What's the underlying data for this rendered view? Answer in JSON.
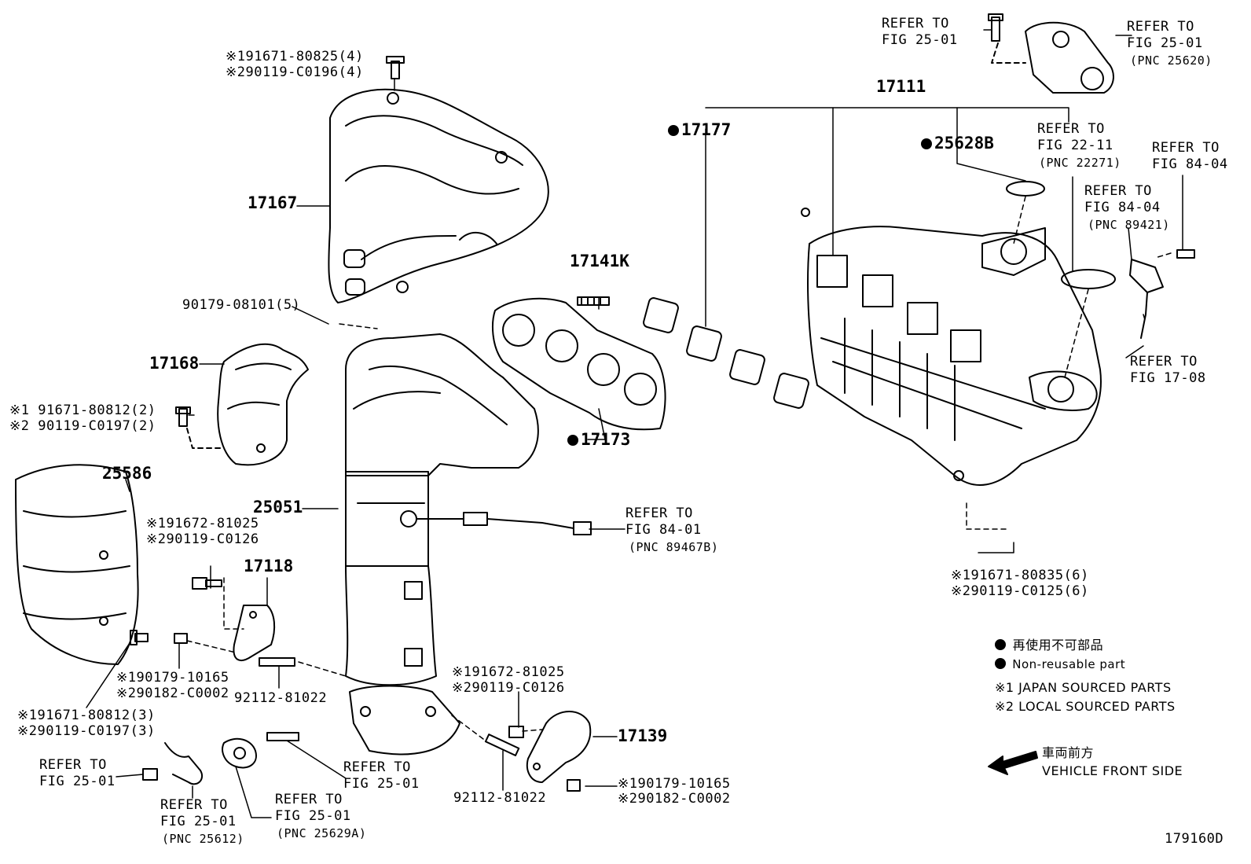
{
  "labels": {
    "p17167": "17167",
    "p17168": "17168",
    "p25586": "25586",
    "p25051": "25051",
    "p17118": "17118",
    "p17141k": "17141K",
    "p17173": "17173",
    "p17177": "17177",
    "p17111": "17111",
    "p25628b": "25628B",
    "p17139": "17139",
    "p92112_a": "92112-81022",
    "p92112_b": "92112-81022",
    "p90179_08101": "90179-08101(5)",
    "heat_bolt_1": "※191671-80825(4)",
    "heat_bolt_2": "※290119-C0196(4)",
    "b17168_1": "※1 91671-80812(2)",
    "b17168_2": "※2 90119-C0197(2)",
    "b17118_1": "※191672-81025",
    "b17118_2": "※290119-C0126",
    "nut17118_1": "※190179-10165",
    "nut17118_2": "※290182-C0002",
    "b25586_1": "※191671-80812(3)",
    "b25586_2": "※290119-C0197(3)",
    "b17139_1": "※191672-81025",
    "b17139_2": "※290119-C0126",
    "nut17139_1": "※190179-10165",
    "nut17139_2": "※290182-C0002",
    "bim_1": "※191671-80835(6)",
    "bim_2": "※290119-C0125(6)",
    "fig_id": "179160D"
  },
  "refers": {
    "top_left_1": "REFER TO",
    "top_left_2": "FIG 25-01",
    "top_right_1": "REFER TO",
    "top_right_2": "FIG 25-01",
    "top_right_pnc": "(PNC 25620)",
    "fig2211_1": "REFER TO",
    "fig2211_2": "FIG 22-11",
    "fig2211_pnc": "(PNC 22271)",
    "fig8404a_1": "REFER TO",
    "fig8404a_2": "FIG 84-04",
    "fig8404b_1": "REFER TO",
    "fig8404b_2": "FIG 84-04",
    "fig8404b_pnc": "(PNC 89421)",
    "fig1708_1": "REFER TO",
    "fig1708_2": "FIG 17-08",
    "fig8401_1": "REFER TO",
    "fig8401_2": "FIG 84-01",
    "fig8401_pnc": "(PNC 89467B)",
    "bl_1": "REFER TO",
    "bl_2": "FIG 25-01",
    "bm_1": "REFER TO",
    "bm_2": "FIG 25-01",
    "bm_pnc": "(PNC 25612)",
    "bc_1": "REFER TO",
    "bc_2": "FIG 25-01",
    "bc_pnc": "(PNC 25629A)",
    "br_1": "REFER TO",
    "br_2": "FIG 25-01"
  },
  "legend": {
    "jp_non_reusable": "再使用不可部品",
    "non_reusable": "Non-reusable part",
    "japan_sourced": "※1 JAPAN SOURCED PARTS",
    "local_sourced": "※2 LOCAL SOURCED PARTS",
    "jp_front": "車両前方",
    "front": "VEHICLE FRONT SIDE"
  }
}
